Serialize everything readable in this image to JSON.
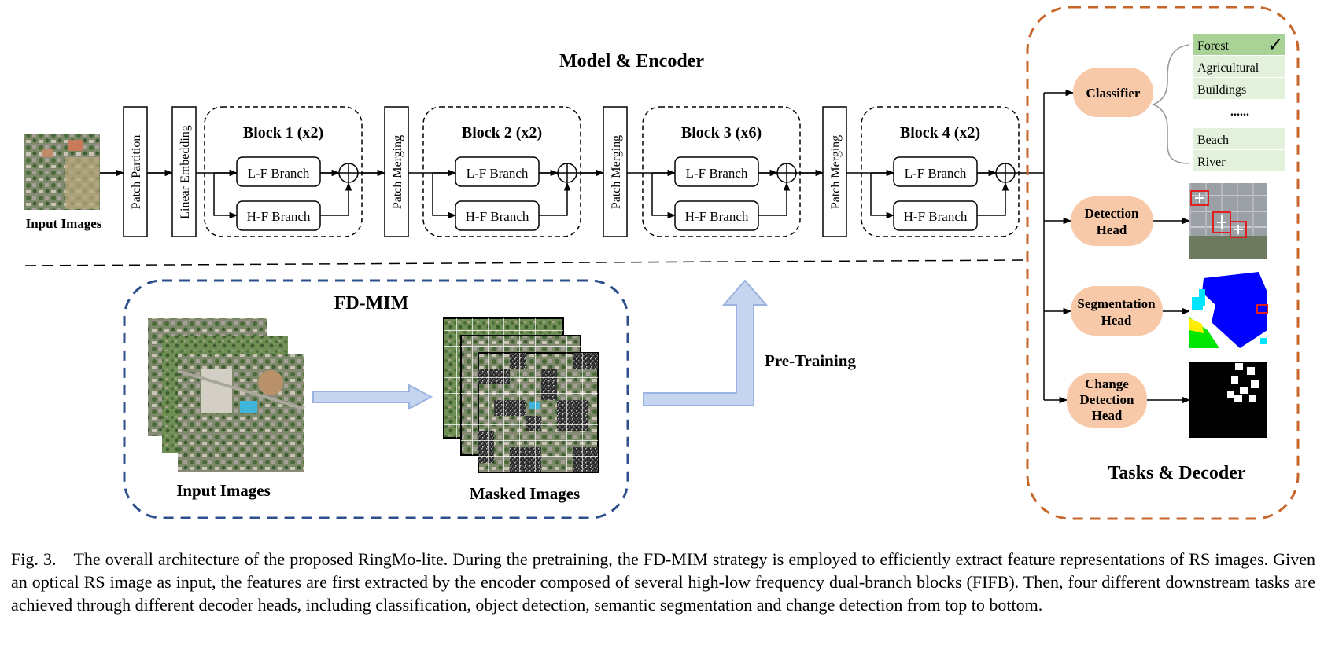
{
  "encoder": {
    "title": "Model & Encoder",
    "input_label": "Input Images",
    "patch_partition": "Patch Partition",
    "linear_embedding": "Linear Embedding",
    "patch_merging": "Patch Merging",
    "blocks": [
      {
        "title": "Block 1 (x2)",
        "lf": "L-F Branch",
        "hf": "H-F Branch"
      },
      {
        "title": "Block 2 (x2)",
        "lf": "L-F Branch",
        "hf": "H-F Branch"
      },
      {
        "title": "Block 3 (x6)",
        "lf": "L-F Branch",
        "hf": "H-F Branch"
      },
      {
        "title": "Block 4 (x2)",
        "lf": "L-F Branch",
        "hf": "H-F Branch"
      }
    ]
  },
  "fdmim": {
    "title": "FD-MIM",
    "input_label": "Input Images",
    "masked_label": "Masked Images",
    "pretraining": "Pre-Training"
  },
  "tasks": {
    "title": "Tasks & Decoder",
    "classifier": "Classifier",
    "detection": [
      "Detection",
      "Head"
    ],
    "segmentation": [
      "Segmentation",
      "Head"
    ],
    "change": [
      "Change",
      "Detection",
      "Head"
    ],
    "classes": [
      "Forest",
      "Agricultural",
      "Buildings",
      "......",
      "Beach",
      "River"
    ],
    "check": "✓"
  },
  "colors": {
    "head_fill": "#f7c9a8",
    "tasks_border": "#c8662a",
    "fdmim_border": "#2e4f8e",
    "arrow_fill": "#c5d4ef",
    "arrow_stroke": "#9bb3e0",
    "class_selected": "#a9d396",
    "class_fill": "#e3f1dc",
    "seg_blue": "#0000ff",
    "seg_cyan": "#00e5ff",
    "seg_green": "#00e600",
    "seg_yellow": "#ffee00"
  },
  "caption": "Fig. 3. The overall architecture of the proposed RingMo-lite. During the pretraining, the FD-MIM strategy is employed to efficiently extract feature representations of RS images. Given an optical RS image as input, the features are first extracted by the encoder composed of several high-low frequency dual-branch blocks (FIFB). Then, four different downstream tasks are achieved through different decoder heads, including classification, object detection, semantic segmentation and change detection from top to bottom."
}
